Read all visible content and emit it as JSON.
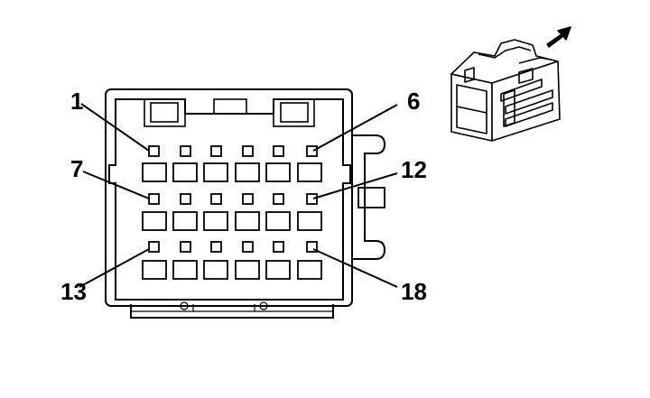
{
  "connector": {
    "pin_labels": {
      "pin_1": "1",
      "pin_6": "6",
      "pin_7": "7",
      "pin_12": "12",
      "pin_13": "13",
      "pin_18": "18"
    },
    "rows": 3,
    "pins_per_row": 6
  },
  "inset": {
    "icon": "connector-3d-view-icon",
    "arrow_icon": "direction-arrow-icon"
  },
  "colors": {
    "line": "#000000",
    "background": "#ffffff"
  }
}
